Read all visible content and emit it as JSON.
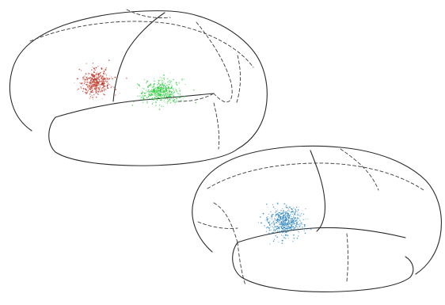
{
  "figure": {
    "panels": [
      {
        "name": "top-brain",
        "clusters": [
          {
            "name": "red-activation-cluster",
            "color": "#c0392b",
            "seed": 11
          },
          {
            "name": "green-activation-cluster",
            "color": "#2ecc40",
            "seed": 23
          }
        ]
      },
      {
        "name": "bottom-brain",
        "clusters": [
          {
            "name": "blue-activation-cluster",
            "color": "#2e86c1",
            "seed": 37
          }
        ]
      }
    ]
  }
}
